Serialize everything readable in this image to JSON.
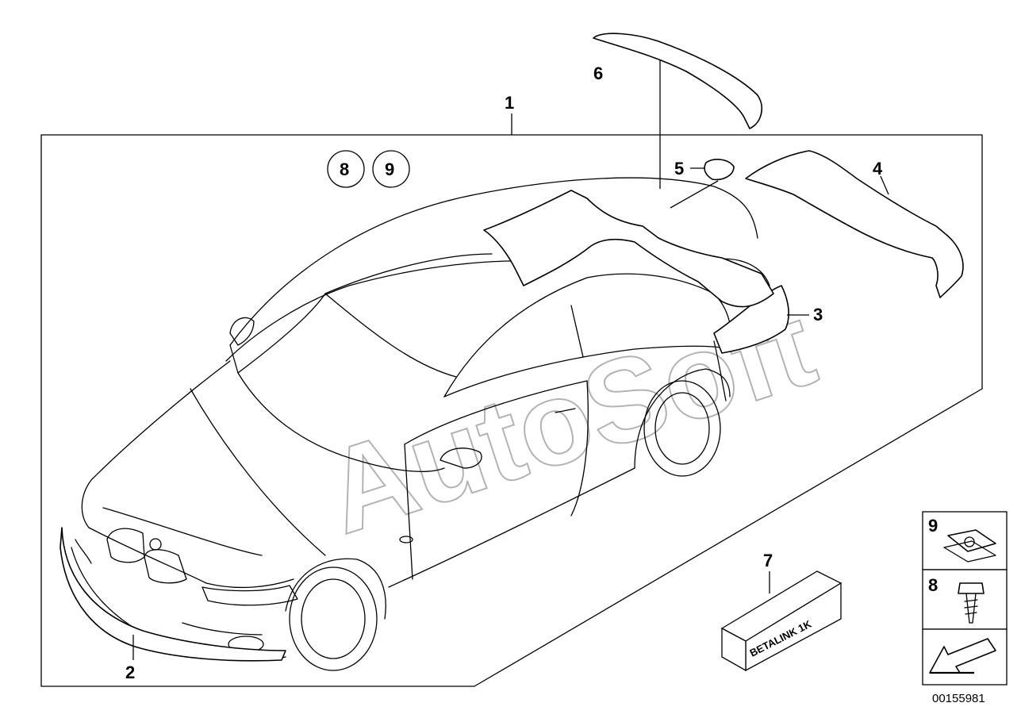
{
  "diagram": {
    "callouts": {
      "c1": "1",
      "c2": "2",
      "c3": "3",
      "c4": "4",
      "c5": "5",
      "c6": "6",
      "c7": "7",
      "c8_circle": "8",
      "c9_circle": "9",
      "c9_side": "9",
      "c8_side": "8"
    },
    "package_label": "BETALINK 1K",
    "reference_number": "00155981",
    "watermark": "AutoSoft"
  }
}
